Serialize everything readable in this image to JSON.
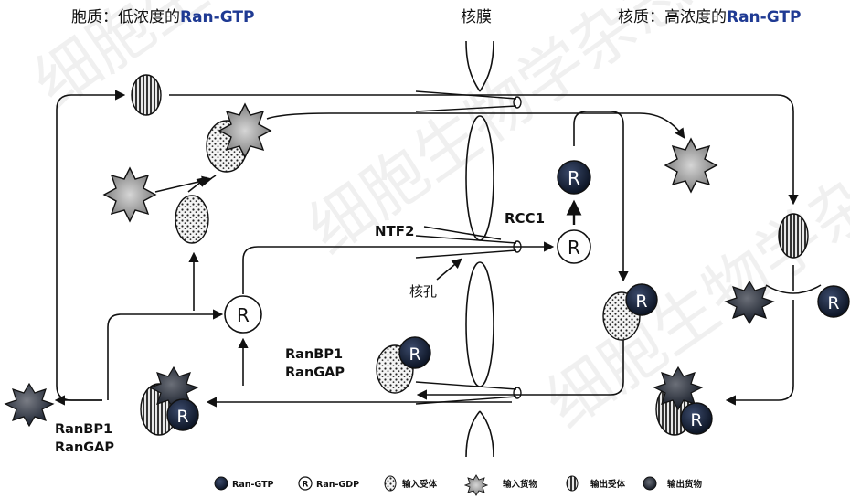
{
  "header": {
    "cytoplasm_prefix": "胞质：低浓度的",
    "cytoplasm_highlight": "Ran-GTP",
    "membrane": "核膜",
    "nucleus_prefix": "核质：高浓度的",
    "nucleus_highlight": "Ran-GTP"
  },
  "labels": {
    "ntf2": "NTF2",
    "rcc1": "RCC1",
    "pore": "核孔",
    "ranbp1_mid": "RanBP1",
    "rangap_mid": "RanGAP",
    "ranbp1_left": "RanBP1",
    "rangap_left": "RanGAP",
    "r": "R"
  },
  "legend": {
    "ran_gtp": "Ran-GTP",
    "ran_gdp": "Ran-GDP",
    "import_receptor": "输入受体",
    "import_cargo": "输入货物",
    "export_receptor": "输出受体",
    "export_cargo": "输出货物"
  },
  "watermark": "细胞生物学杂志",
  "colors": {
    "ink": "#111111",
    "highlight": "#1f3a93",
    "cargo_gray": "#9a9a9a",
    "export_cargo": "#1a2233"
  }
}
